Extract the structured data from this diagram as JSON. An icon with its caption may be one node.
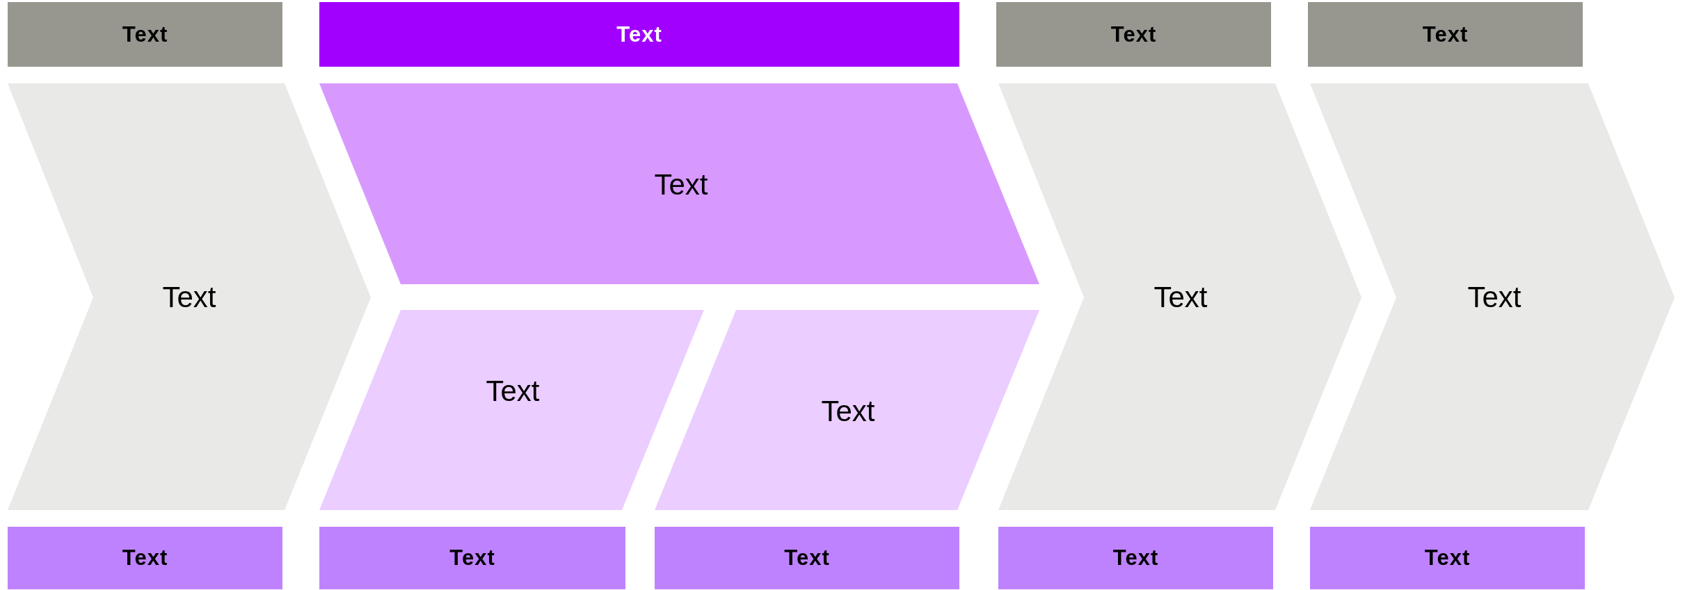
{
  "diagram": {
    "nodes": [
      {
        "text": [
          "Text"
        ]
      },
      {
        "text": [
          "Text"
        ]
      },
      {
        "text": [
          "Text"
        ]
      },
      {
        "text": [
          "Text"
        ]
      },
      {
        "text": [
          "Text"
        ]
      },
      {
        "text": [
          "Text"
        ]
      },
      {
        "text": [
          "Text"
        ]
      },
      {
        "text": [
          "Text"
        ]
      },
      {
        "text": [
          "Text"
        ]
      },
      {
        "text": [
          "Text"
        ]
      },
      {
        "text": [
          "Text"
        ]
      },
      {
        "text": [
          "Text"
        ]
      },
      {
        "text": [
          "Text"
        ]
      },
      {
        "text": [
          "Text"
        ]
      },
      {
        "text": [
          "Text"
        ]
      }
    ]
  }
}
